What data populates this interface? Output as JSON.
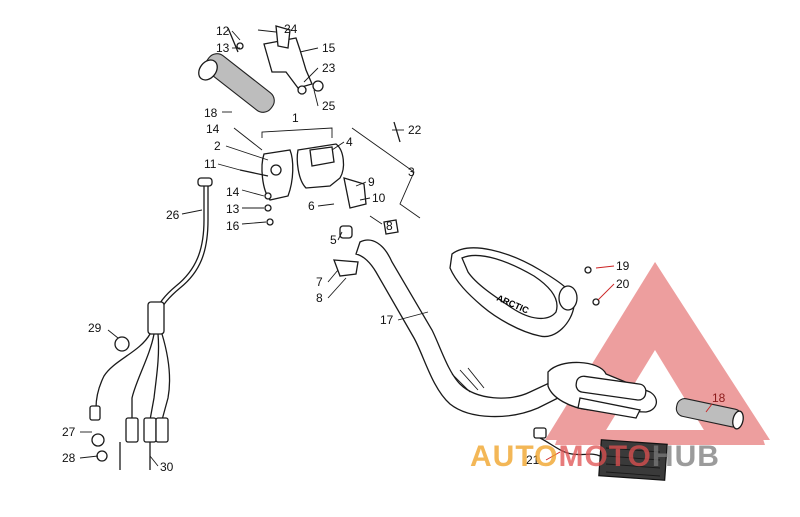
{
  "callouts": {
    "c1": "1",
    "c2": "2",
    "c3": "3",
    "c4": "4",
    "c5": "5",
    "c6": "6",
    "c7": "7",
    "c8a": "8",
    "c8b": "8",
    "c9": "9",
    "c10": "10",
    "c11": "11",
    "c12": "12",
    "c13a": "13",
    "c13b": "13",
    "c14a": "14",
    "c14b": "14",
    "c15": "15",
    "c16": "16",
    "c17": "17",
    "c18a": "18",
    "c18b": "18",
    "c19": "19",
    "c20": "20",
    "c21": "21",
    "c22": "22",
    "c23": "23",
    "c24": "24",
    "c25": "25",
    "c26": "26",
    "c27": "27",
    "c28": "28",
    "c29": "29",
    "c30": "30"
  },
  "hand_guard_text": "ARCTIC",
  "watermark": {
    "part1": "AUTO",
    "part2": "MOTO",
    "part3": "HUB",
    "color_orange": "#f0a020",
    "color_red": "#e05050",
    "color_grey": "#7a7a7a"
  }
}
